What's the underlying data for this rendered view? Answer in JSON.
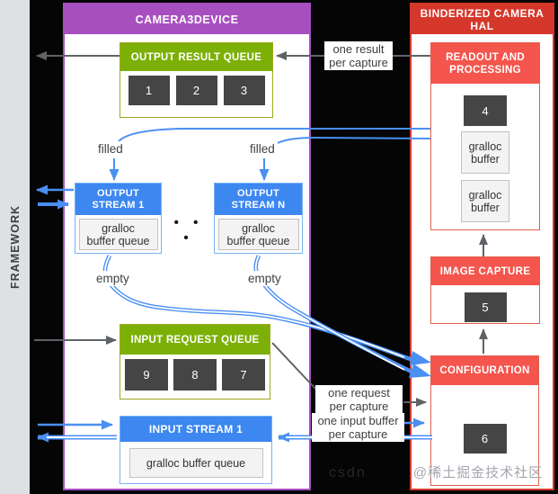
{
  "framework": {
    "label": "FRAMEWORK"
  },
  "camera3device": {
    "title": "CAMERA3DEVICE",
    "output_result_queue": {
      "title": "OUTPUT RESULT QUEUE",
      "slots": [
        "1",
        "2",
        "3"
      ]
    },
    "output_stream_1": {
      "title": "OUTPUT\nSTREAM 1",
      "buffer": "gralloc\nbuffer queue"
    },
    "output_stream_n": {
      "title": "OUTPUT\nSTREAM N",
      "buffer": "gralloc\nbuffer queue"
    },
    "dots": "• • •",
    "input_request_queue": {
      "title": "INPUT REQUEST QUEUE",
      "slots": [
        "9",
        "8",
        "7"
      ]
    },
    "input_stream_1": {
      "title": "INPUT STREAM 1",
      "buffer": "gralloc buffer queue"
    }
  },
  "binderized_hal": {
    "title": "BINDERIZED CAMERA\nHAL",
    "readout": {
      "title": "READOUT AND\nPROCESSING",
      "slot": "4",
      "buffers": [
        "gralloc\nbuffer",
        "gralloc\nbuffer"
      ]
    },
    "image_capture": {
      "title": "IMAGE CAPTURE",
      "slot": "5"
    },
    "configuration": {
      "title": "CONFIGURATION",
      "slot": "6"
    }
  },
  "annotations": {
    "filled_1": "filled",
    "filled_n": "filled",
    "empty_1": "empty",
    "empty_n": "empty",
    "one_result": "one result\nper capture",
    "one_request": "one request\nper capture",
    "one_input_buffer": "one input buffer\nper capture"
  },
  "watermark": "@稀土掘金技术社区",
  "watermark_faint": "csdn",
  "colors": {
    "purple_header": "#a84fc0",
    "red_header": "#d5372b",
    "salmon_header": "#f4554d",
    "green_header": "#7cb007",
    "blue_header": "#3c87f0",
    "slot_dark": "#454545",
    "arrow_gray": "#5f6368",
    "arrow_blue": "#4a8ff2",
    "rail_gray": "#dee1e4"
  }
}
